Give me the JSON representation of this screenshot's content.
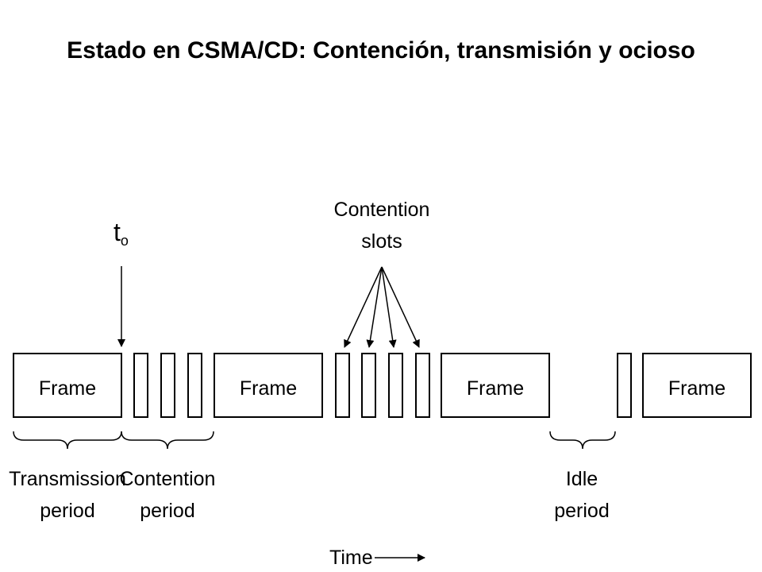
{
  "title": "Estado en CSMA/CD: Contención, transmisión y ocioso",
  "labels": {
    "frame": "Frame",
    "t0_main": "t",
    "t0_sub": "o",
    "contention_slots_line1": "Contention",
    "contention_slots_line2": "slots",
    "transmission_period_line1": "Transmission",
    "transmission_period_line2": "period",
    "contention_period_line1": "Contention",
    "contention_period_line2": "period",
    "idle_period_line1": "Idle",
    "idle_period_line2": "period",
    "time": "Time"
  },
  "sequence": [
    "Frame",
    "slot",
    "slot",
    "slot",
    "Frame",
    "slot",
    "slot",
    "slot",
    "slot",
    "Frame",
    "slot",
    "Frame"
  ],
  "colors": {
    "ink": "#000000",
    "background": "#ffffff"
  }
}
